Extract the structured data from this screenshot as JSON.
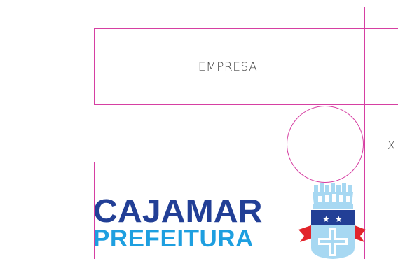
{
  "company_box": {
    "label": "EMPRESA"
  },
  "unit_marker": {
    "label": "X"
  },
  "logo": {
    "wordmark_line1": "CAJAMAR",
    "wordmark_line2": "PREFEITURA",
    "colors": {
      "navy": "#223f96",
      "sky": "#1e9fe0",
      "red": "#e2242b",
      "light_blue": "#a7d8f2"
    }
  },
  "guide_color": "#d63fa2"
}
